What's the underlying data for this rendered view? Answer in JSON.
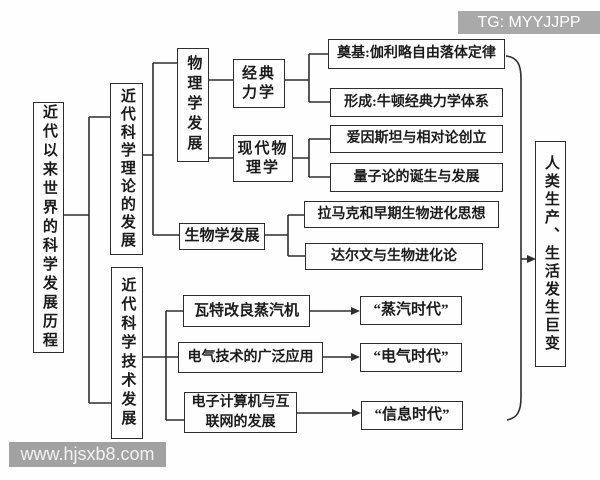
{
  "badge": {
    "label": "TG: MYYJJPP"
  },
  "watermark": {
    "label": "www.hjsxb8.com"
  },
  "colors": {
    "background": "#fefefe",
    "line_and_border": "#2e2e2e",
    "text": "#1b1b1b",
    "badge_bg": "#a9a9a9",
    "badge_text": "#ffffff",
    "watermark_bg": "#a2a2a2",
    "watermark_text": "#f2f2f2"
  },
  "diagram": {
    "root": {
      "label": "近代以来世界的科学发展历程"
    },
    "outcome": {
      "label": "人类生产、生活发生巨变"
    },
    "theory": {
      "label": "近代科学理论的发展",
      "physics": {
        "label": "物理学发展",
        "classical": {
          "label": "经典力学",
          "items": [
            {
              "label": "奠基:伽利略自由落体定律"
            },
            {
              "label": "形成:牛顿经典力学体系"
            }
          ]
        },
        "modern": {
          "label": "现代物理学",
          "items": [
            {
              "label": "爱因斯坦与相对论创立"
            },
            {
              "label": "量子论的诞生与发展"
            }
          ]
        }
      },
      "biology": {
        "label": "生物学发展",
        "items": [
          {
            "label": "拉马克和早期生物进化思想"
          },
          {
            "label": "达尔文与生物进化论"
          }
        ]
      }
    },
    "technology": {
      "label": "近代科学技术发展",
      "rows": [
        {
          "cause": "瓦特改良蒸汽机",
          "era": "“蒸汽时代”"
        },
        {
          "cause": "电气技术的广泛应用",
          "era": "“电气时代”"
        },
        {
          "cause": "电子计算机与互联网的发展",
          "era": "“信息时代”"
        }
      ]
    }
  }
}
